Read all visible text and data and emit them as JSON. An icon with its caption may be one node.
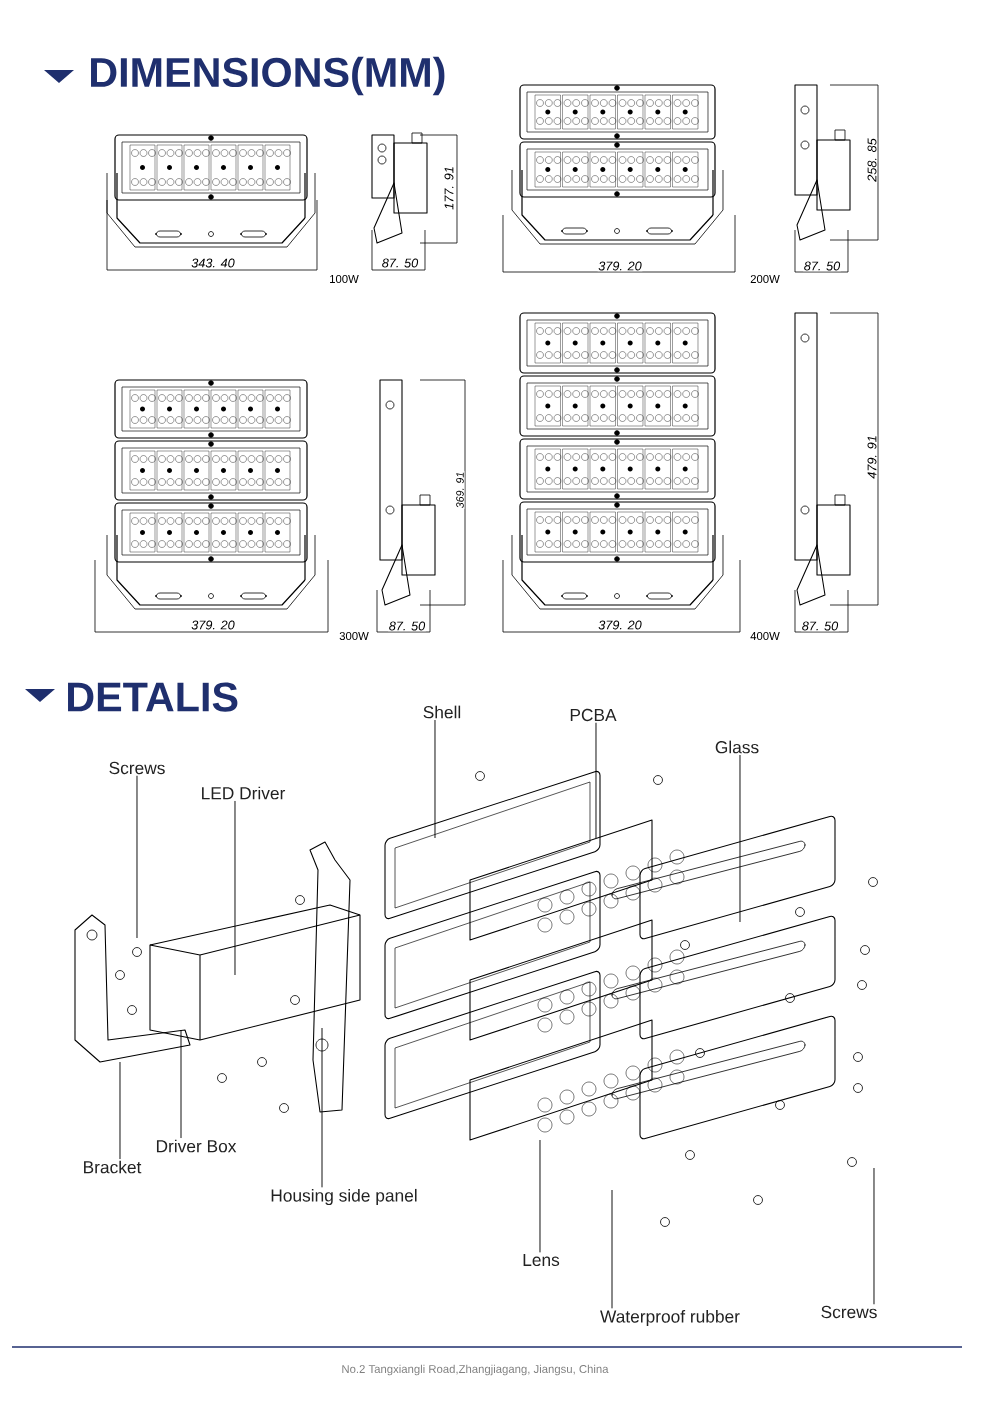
{
  "diagram": {
    "title": "DIMENSIONS(MM)",
    "nodes": [
      {
        "text": [
          "Screws"
        ]
      },
      {
        "text": [
          "LED Driver"
        ]
      },
      {
        "text": [
          "Shell"
        ]
      },
      {
        "text": [
          "PCBA"
        ]
      },
      {
        "text": [
          "Glass"
        ]
      },
      {
        "text": [
          "Driver Box"
        ]
      },
      {
        "text": [
          "Bracket"
        ]
      },
      {
        "text": [
          "Housing side panel"
        ]
      },
      {
        "text": [
          "Lens"
        ]
      },
      {
        "text": [
          "Waterproof rubber"
        ]
      },
      {
        "text": [
          "Screws"
        ]
      }
    ],
    "edges": [
      {
        "from": 0,
        "to": null,
        "arrow": "none"
      },
      {
        "from": 1,
        "to": null,
        "arrow": "none"
      },
      {
        "from": 2,
        "to": null,
        "arrow": "none"
      },
      {
        "from": 3,
        "to": null,
        "arrow": "none"
      },
      {
        "from": 4,
        "to": null,
        "arrow": "none"
      },
      {
        "from": 5,
        "to": null,
        "arrow": "none"
      },
      {
        "from": 6,
        "to": null,
        "arrow": "none"
      },
      {
        "from": 7,
        "to": null,
        "arrow": "none"
      },
      {
        "from": 8,
        "to": null,
        "arrow": "none"
      },
      {
        "from": 9,
        "to": null,
        "arrow": "none"
      },
      {
        "from": 10,
        "to": null,
        "arrow": "none"
      }
    ],
    "labels": [
      "343. 40",
      "177. 91",
      "87. 50",
      "100W",
      "379. 20",
      "258. 85",
      "87. 50",
      "200W",
      "379. 20",
      "369. 91",
      "87. 50",
      "300W",
      "379. 20",
      "479. 91",
      "87. 50",
      "400W",
      "DETALIS",
      "No.2 Tangxiangli Road,Zhangjiagang, Jiangsu, China"
    ]
  }
}
